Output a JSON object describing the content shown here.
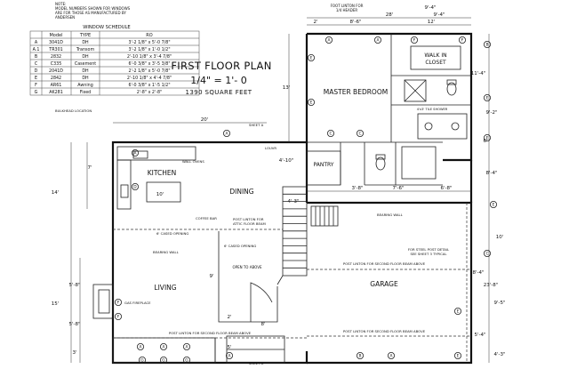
{
  "note": {
    "lines": [
      "NOTE:",
      "MODEL NUMBERS SHOWN FOR WINDOWS",
      "ARE FOR THOSE AS MANUFACTURED BY",
      "ANDERSEN"
    ]
  },
  "window_schedule": {
    "title": "WINDOW SCHEDULE",
    "headers": [
      "",
      "Model",
      "TYPE",
      "RO"
    ],
    "rows": [
      [
        "A",
        "3041D",
        "DH",
        "3'-2 1/8\" x 5'-0 7/8\""
      ],
      [
        "A.1",
        "TR301",
        "Transom",
        "3'-2 1/8\" x 1'-0 1/2\""
      ],
      [
        "B",
        "2832",
        "DH",
        "2'-10 1/8\" x 3'-4 7/8\""
      ],
      [
        "C",
        "C335",
        "Casement",
        "6'-0 3/8\" x 3'-5 3/8\""
      ],
      [
        "D",
        "2041D",
        "DH",
        "2'-2 1/8\" x 5'-0 7/8\""
      ],
      [
        "E",
        "2842",
        "DH",
        "2'-10 1/8\" x 4'-4 7/8\""
      ],
      [
        "F",
        "AR61",
        "Awning",
        "6'-0 3/8\" x 1'-5 1/2\""
      ],
      [
        "G",
        "AK281",
        "Fixed",
        "2'-8\" x 2'-8\""
      ]
    ]
  },
  "title_block": {
    "title": "FIRST FLOOR PLAN",
    "scale": "1/4\" = 1'- 0",
    "area": "1390 SQUARE FEET"
  },
  "rooms": {
    "master_bedroom": "MASTER BEDROOM",
    "walk_in_closet_1": "WALK IN",
    "walk_in_closet_2": "CLOSET",
    "pantry": "PANTRY",
    "kitchen": "KITCHEN",
    "dining": "DINING",
    "living": "LIVING",
    "garage": "GARAGE"
  },
  "annotations": {
    "footing_top": "FOOT LINTON FOR",
    "footing_top2": "1/4 HEADER",
    "bulkhead": "BULKHEAD LOCATION",
    "sheet_a": "SHEET A",
    "louver": "LOUVR",
    "wall_oven": "WALL OVENS",
    "coffee_bar": "COFFEE BAR",
    "post_attic_1": "POST LINTON FOR",
    "post_attic_2": "ATTIC FLOOR BEAM",
    "cased_open_1": "6' CASED OPENING",
    "cased_open_2": "6' CASED OPENING",
    "bearing_wall": "BEARING WALL",
    "bearing_wall_2": "BEARING WALL",
    "open_to_above": "OPEN TO ABOVE",
    "gas_fireplace": "GAS FIREPLACE",
    "post_second_top": "POST LINTON FOR SECOND FLOOR BEAM ABOVE",
    "post_second_bottom": "POST LINTON FOR SECOND FLOOR BEAM ABOVE",
    "post_second_left": "POST LINTON FOR SECOND FLOOR BEAM ABOVE",
    "steel_post_1": "FOR STEEL POST DETAIL",
    "steel_post_2": "SEE SHEET 3 TYPICAL",
    "shower": "4'x3' TILE SHOWER",
    "sheet_a_bottom": "SHEET A"
  },
  "dimensions": {
    "top_overall": "28'",
    "top_left": "8'-6\"",
    "top_right": "9'-4\"",
    "top_mid": "12'",
    "top_small": "2'",
    "kitchen_width": "20'",
    "left_14": "14'",
    "left_7": "7'",
    "left_15": "15'",
    "left_5_8a": "5'-8\"",
    "left_5_8b": "5'-8\"",
    "left_3": "3'",
    "mb_13": "13'",
    "mb_4_10": "4'-10\"",
    "right_11_4": "11'-4\"",
    "right_9_2": "9'-2\"",
    "right_8_4": "8'-4\"",
    "right_10": "10'",
    "right_23_8": "23'-8\"",
    "right_9_5": "9'-5\"",
    "right_4_3": "4'-3\"",
    "right_5_4": "5'-4\"",
    "right_6": "6'",
    "mid_3_8": "3'-8\"",
    "mid_7_6": "7'-6\"",
    "mid_6_8": "6'-8\"",
    "mid_9": "9'",
    "mid_8": "8'",
    "mid_2": "2'",
    "mid_5": "5'",
    "mid_10": "10'",
    "bot_4_3": "4'-3\"",
    "right_8_4b": "8'-4\"",
    "mid_9_4": "9'-4\""
  },
  "window_tags": [
    "A",
    "B",
    "C",
    "D",
    "E",
    "F",
    "G"
  ]
}
